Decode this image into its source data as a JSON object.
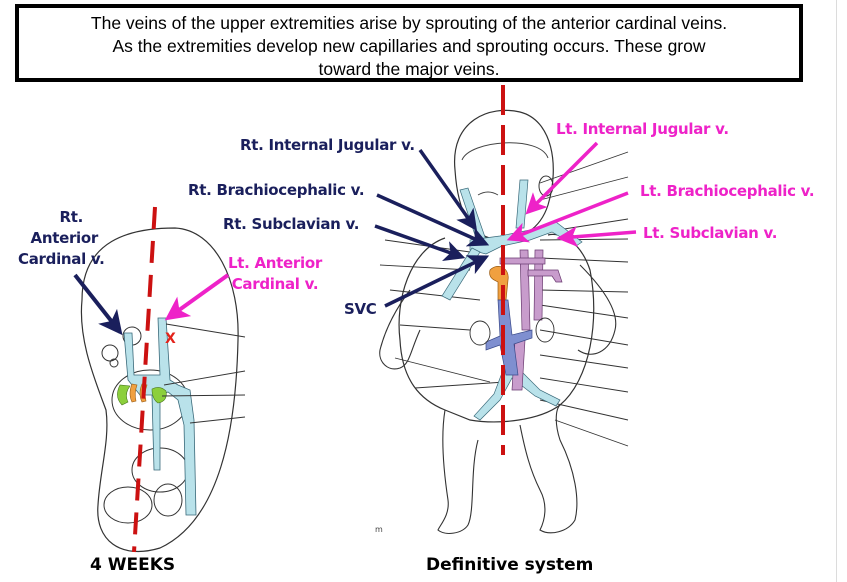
{
  "caption": {
    "lines": [
      "The veins of the upper extremities arise by sprouting of the anterior cardinal veins.",
      "As the extremities develop new capillaries and sprouting occurs.  These grow",
      "toward the major veins."
    ]
  },
  "colors": {
    "right_label": "#1a1f5c",
    "left_label": "#ee22c8",
    "midline": "#cc1111",
    "vein_fill": "#b9e2ea",
    "artery_fill": "#c89ccc",
    "ivc_fill": "#7f8fd0",
    "orange": "#f0a040",
    "green": "#8ccf3c"
  },
  "embryo_panel": {
    "title": "4 WEEKS",
    "labels": {
      "rt_anterior_cardinal": [
        "Rt.",
        "Anterior",
        "Cardinal v."
      ],
      "lt_anterior_cardinal": [
        "Lt. Anterior",
        "Cardinal v."
      ],
      "obliterated_marker": "X"
    }
  },
  "definitive_panel": {
    "title": "Definitive system",
    "labels": {
      "rt_internal_jugular": "Rt. Internal Jugular v.",
      "rt_brachiocephalic": "Rt. Brachiocephalic v.",
      "rt_subclavian": "Rt. Subclavian v.",
      "svc": "SVC",
      "lt_internal_jugular": "Lt. Internal Jugular v.",
      "lt_brachiocephalic": "Lt. Brachiocephalic v.",
      "lt_subclavian": "Lt. Subclavian v."
    },
    "figure_marker": "m"
  }
}
